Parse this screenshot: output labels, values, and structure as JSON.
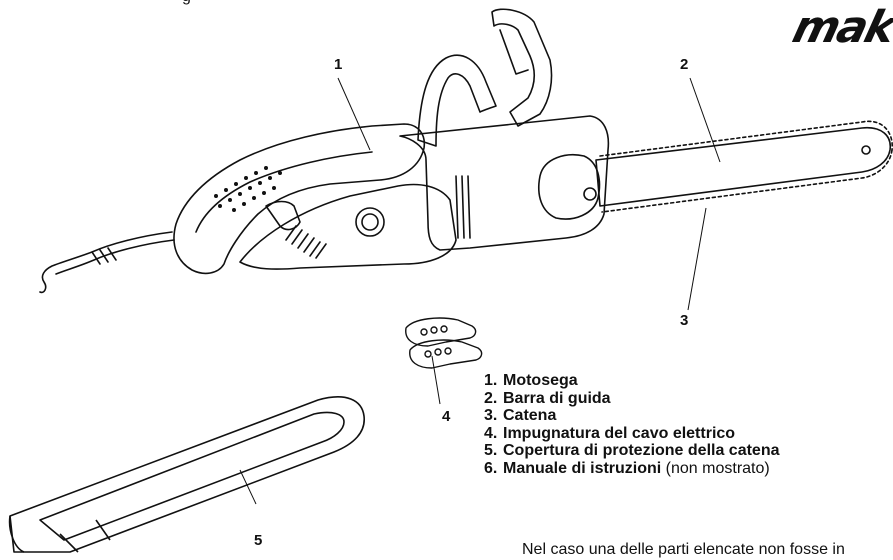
{
  "brand": {
    "logo_text": "mak"
  },
  "callouts": {
    "c1": "1",
    "c2": "2",
    "c3": "3",
    "c4": "4",
    "c5": "5"
  },
  "parts_list": [
    {
      "num": "1.",
      "name": "Motosega",
      "note": ""
    },
    {
      "num": "2.",
      "name": "Barra di guida",
      "note": ""
    },
    {
      "num": "3.",
      "name": "Catena",
      "note": ""
    },
    {
      "num": "4.",
      "name": "Impugnatura del cavo elettrico",
      "note": ""
    },
    {
      "num": "5.",
      "name": "Copertura di protezione della catena",
      "note": ""
    },
    {
      "num": "6.",
      "name": "Manuale di istruzioni",
      "note": " (non mostrato)"
    }
  ],
  "footnote": "Nel caso una delle parti elencate non fosse in",
  "top_fragment": "g"
}
